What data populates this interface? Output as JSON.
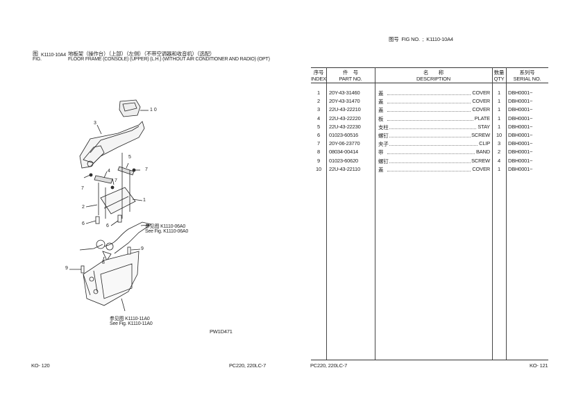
{
  "left_page": {
    "fig_label_cn": "图",
    "fig_label_en": "FIG.",
    "fig_no": "K1110-10A4",
    "title_cn": "地板架（操作台）（上部）（左侧）（不带空调器和收音机）（选配）",
    "title_en": "FLOOR FRAME (CONSOLE) (UPPER) (L.H.) (WITHOUT AIR CONDITIONER AND RADIO) (OPT)",
    "callouts": [
      "1",
      "2",
      "3",
      "4",
      "5",
      "6",
      "6",
      "7",
      "7",
      "7",
      "8",
      "9",
      "9",
      "10"
    ],
    "ref1_cn": "参见图 K1110-06A0",
    "ref1_en": "See Fig. K1110-06A0",
    "ref2_cn": "参见图 K1110-11A0",
    "ref2_en": "See Fig. K1110-11A0",
    "drawing_no": "PW1D471",
    "page_no": "KO- 120",
    "model": "PC220, 220LC-7"
  },
  "right_page": {
    "fig_header": "图号  FIG NO.  ;  K1110-10A4",
    "headers": {
      "index_cn": "序号",
      "index_en": "INDEX",
      "part_cn": "件　号",
      "part_en": "PART NO.",
      "desc_cn": "名　　称",
      "desc_en": "DESCRIPTION",
      "qty_cn": "数量",
      "qty_en": "QTY",
      "serial_cn": "系列号",
      "serial_en": "SERIAL NO."
    },
    "rows": [
      {
        "index": "1",
        "part": "20Y-43-31460",
        "cn": "盖",
        "en": "COVER",
        "qty": "1",
        "serial": "DBH0001~"
      },
      {
        "index": "2",
        "part": "20Y-43-31470",
        "cn": "盖",
        "en": "COVER",
        "qty": "1",
        "serial": "DBH0001~"
      },
      {
        "index": "3",
        "part": "22U-43-22210",
        "cn": "盖",
        "en": "COVER",
        "qty": "1",
        "serial": "DBH0001~"
      },
      {
        "index": "4",
        "part": "22U-43-22220",
        "cn": "板",
        "en": "PLATE",
        "qty": "1",
        "serial": "DBH0001~"
      },
      {
        "index": "5",
        "part": "22U-43-22230",
        "cn": "支柱",
        "en": "STAY",
        "qty": "1",
        "serial": "DBH0001~"
      },
      {
        "index": "6",
        "part": "01023-60516",
        "cn": "螺钉",
        "en": "SCREW",
        "qty": "10",
        "serial": "DBH0001~"
      },
      {
        "index": "7",
        "part": "20Y-06-23770",
        "cn": "夹子",
        "en": "CLIP",
        "qty": "3",
        "serial": "DBH0001~"
      },
      {
        "index": "8",
        "part": "08034-00414",
        "cn": "带",
        "en": "BAND",
        "qty": "2",
        "serial": "DBH0001~"
      },
      {
        "index": "9",
        "part": "01023-60620",
        "cn": "螺钉",
        "en": "SCREW",
        "qty": "4",
        "serial": "DBH0001~"
      },
      {
        "index": "10",
        "part": "22U-43-22110",
        "cn": "盖",
        "en": "COVER",
        "qty": "1",
        "serial": "DBH0001~"
      }
    ],
    "model": "PC220, 220LC-7",
    "page_no": "KO- 121"
  }
}
